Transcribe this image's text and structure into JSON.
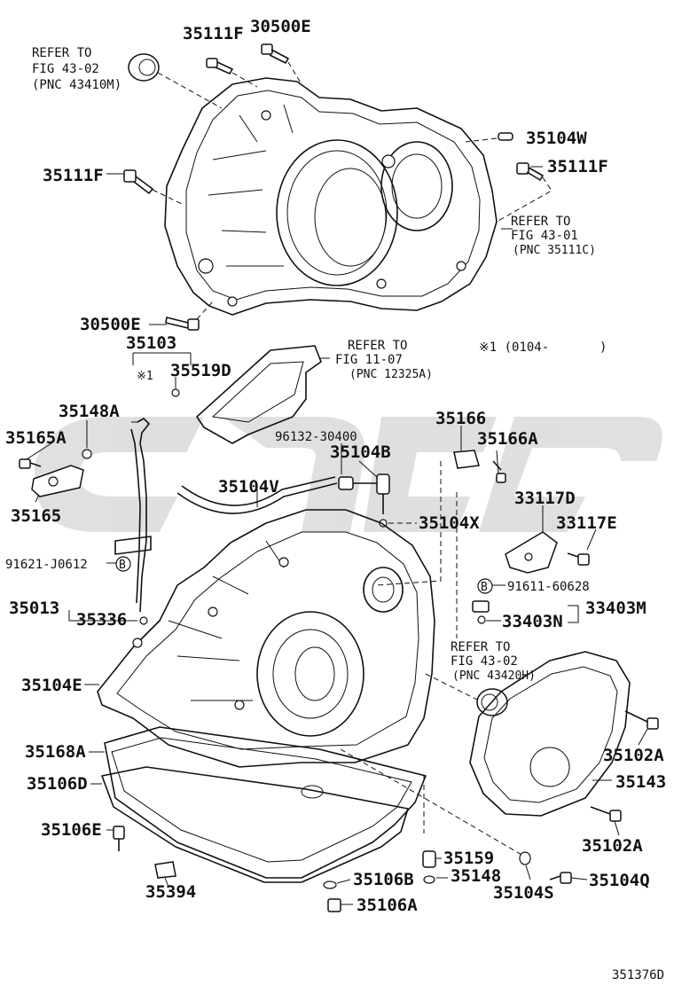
{
  "diagram_id": "351376D",
  "refer": {
    "fig4302_top": {
      "l1": "REFER TO",
      "l2": "FIG 43-02",
      "l3": "(PNC 43410M)"
    },
    "fig4301": {
      "l1": "REFER TO",
      "l2": "FIG 43-01",
      "l3": "(PNC 35111C)"
    },
    "fig1107": {
      "l1": "REFER TO",
      "l2": "FIG 11-07",
      "l3": "(PNC 12325A)"
    },
    "fig4302_mid": {
      "l1": "REFER TO",
      "l2": "FIG 43-02",
      "l3": "(PNC 43420H)"
    }
  },
  "note": {
    "text": "※1 (0104-",
    "close": ")",
    "marker": "※1"
  },
  "circle_b": "B",
  "parts": {
    "p35111F_a": "35111F",
    "p30500E_a": "30500E",
    "p35104W": "35104W",
    "p35111F_b": "35111F",
    "p35111F_c": "35111F",
    "p30500E_b": "30500E",
    "p35103": "35103",
    "p35519D": "35519D",
    "p35148A": "35148A",
    "p35165A": "35165A",
    "p35165": "35165",
    "p96132": "96132-30400",
    "p35104B": "35104B",
    "p35166": "35166",
    "p35166A": "35166A",
    "p35104V": "35104V",
    "p33117D": "33117D",
    "p35104X": "35104X",
    "p33117E": "33117E",
    "p91621": "91621-J0612",
    "p91611": "91611-60628",
    "p35013": "35013",
    "p35336": "35336",
    "p33403M": "33403M",
    "p33403N": "33403N",
    "p35104E": "35104E",
    "p35102A_a": "35102A",
    "p35168A": "35168A",
    "p35143": "35143",
    "p35106D": "35106D",
    "p35106E": "35106E",
    "p35102A_b": "35102A",
    "p35159": "35159",
    "p35394": "35394",
    "p35106B": "35106B",
    "p35148": "35148",
    "p35104S": "35104S",
    "p35104Q": "35104Q",
    "p35106A": "35106A"
  }
}
